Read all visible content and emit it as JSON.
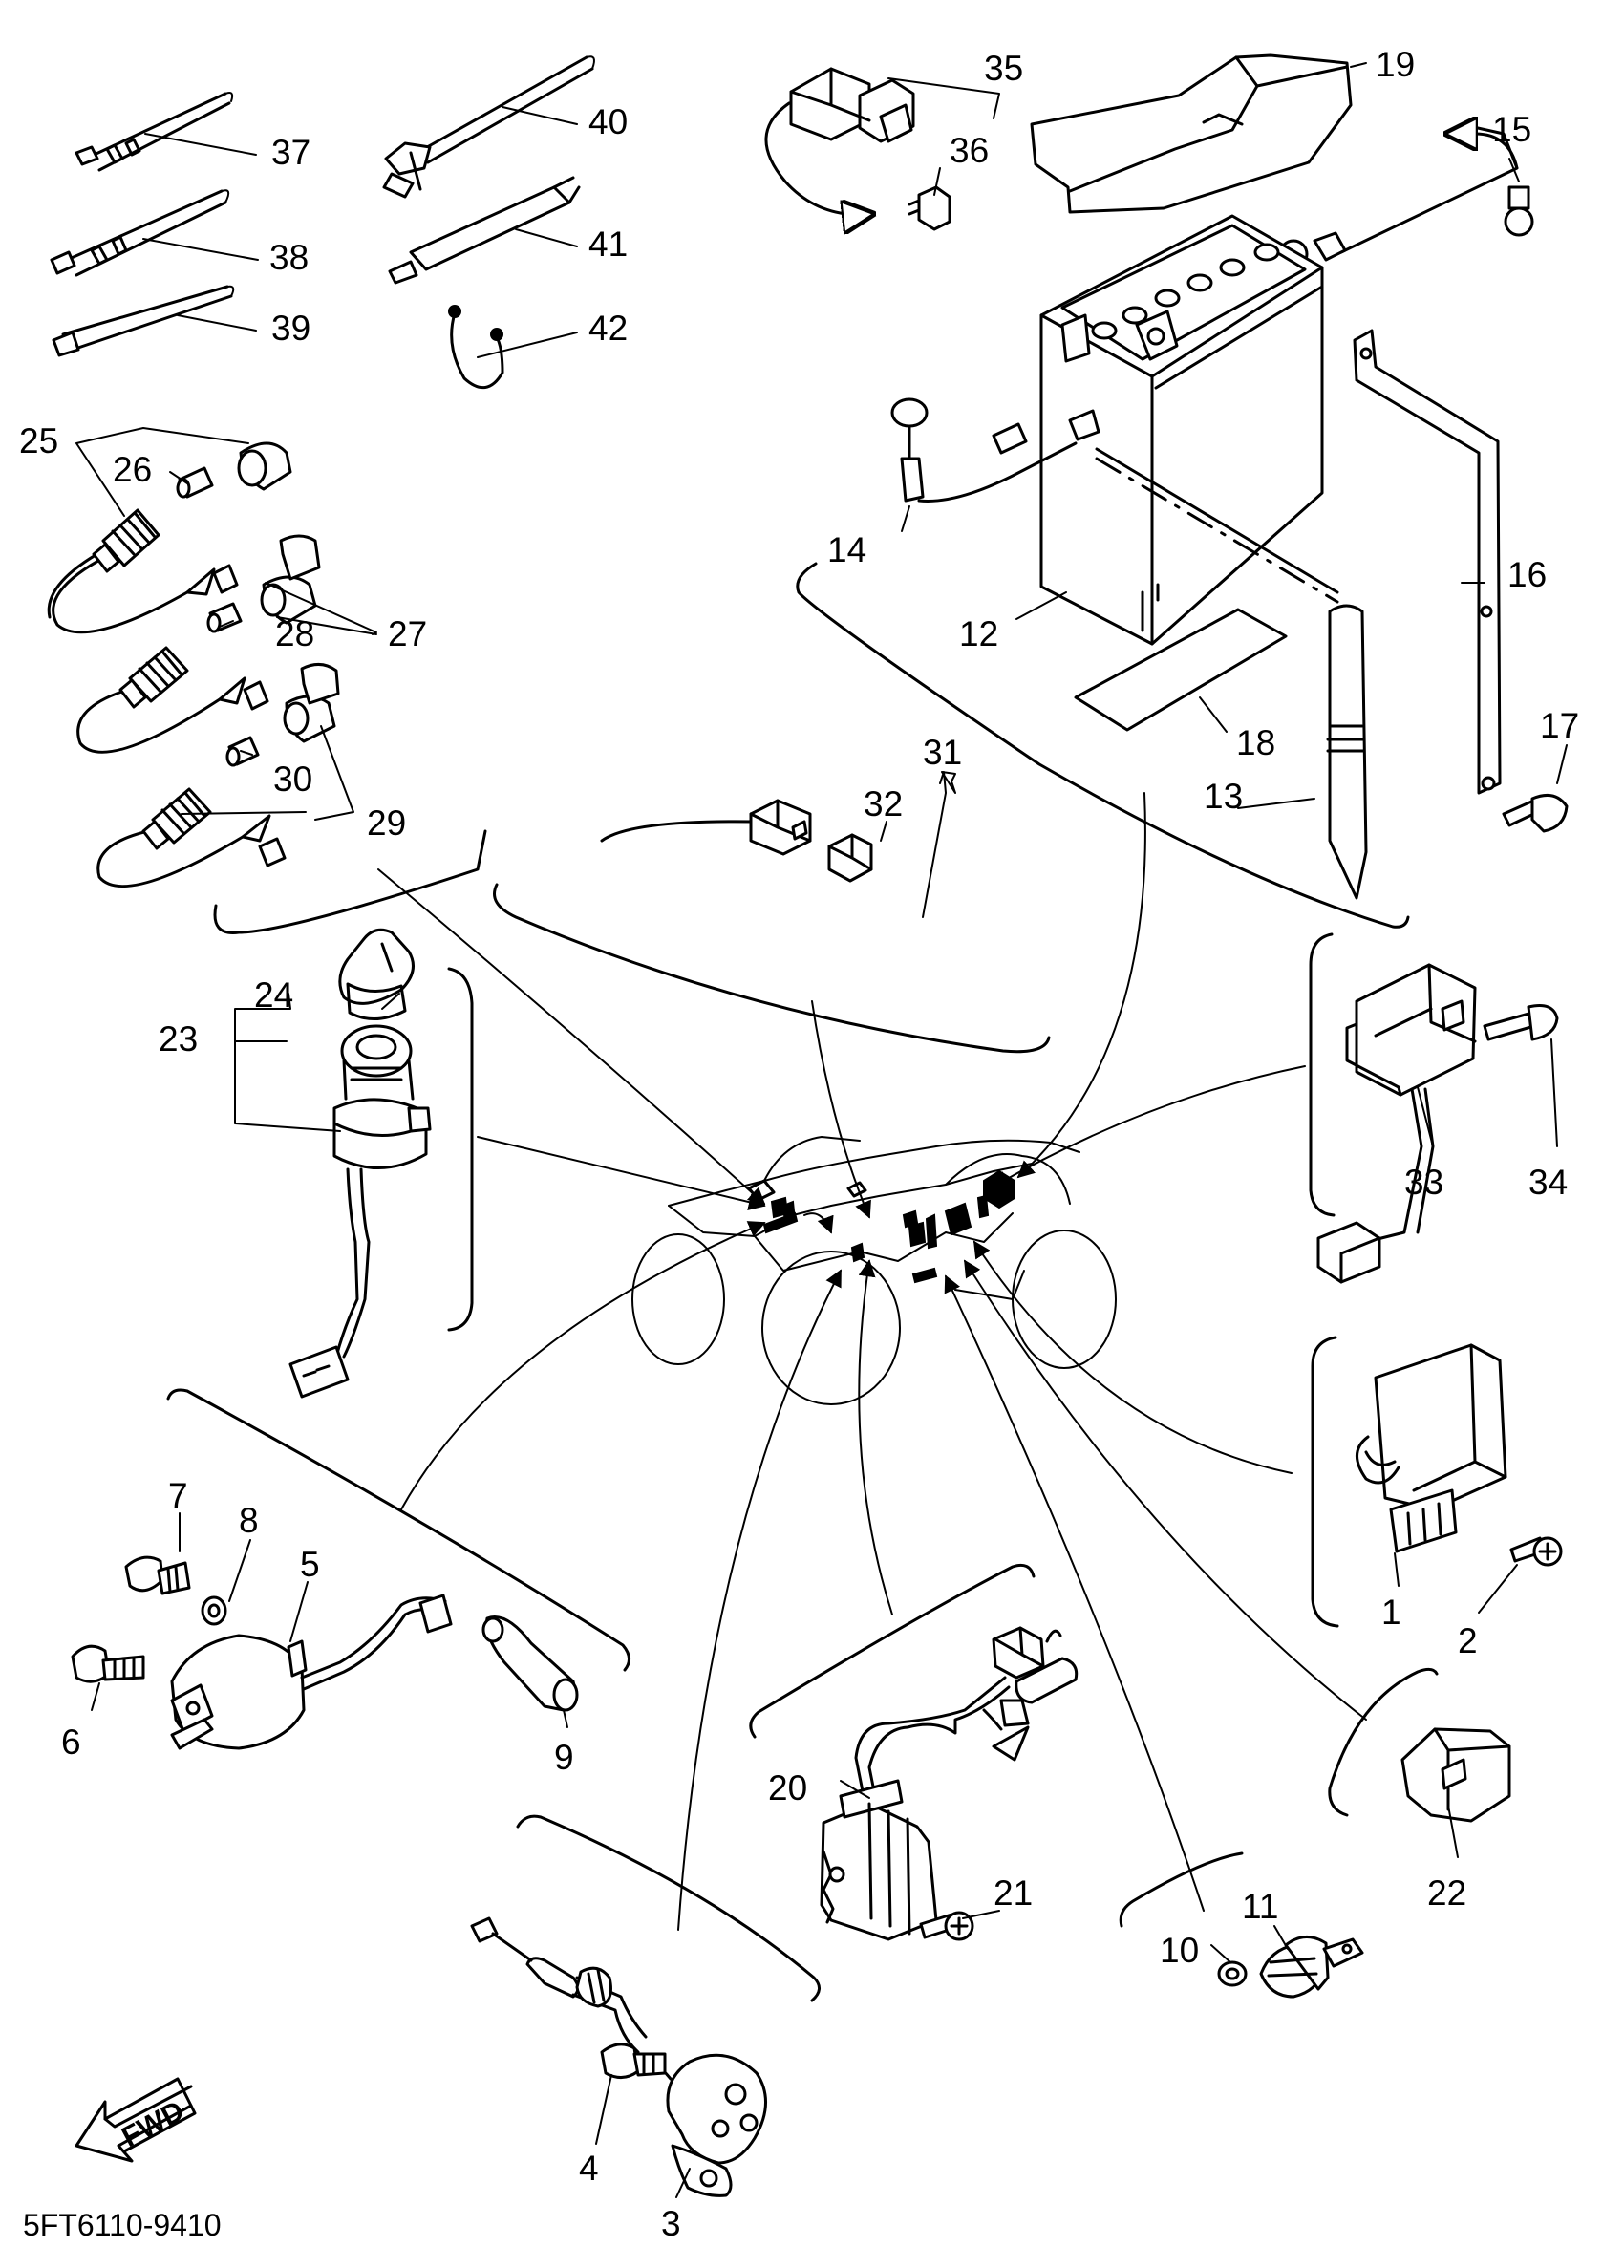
{
  "diagram_code": "5FT6110-9410",
  "fwd_label": "FWD",
  "parts": [
    {
      "id": "1",
      "label": "1"
    },
    {
      "id": "2",
      "label": "2"
    },
    {
      "id": "3",
      "label": "3"
    },
    {
      "id": "4",
      "label": "4"
    },
    {
      "id": "5",
      "label": "5"
    },
    {
      "id": "6",
      "label": "6"
    },
    {
      "id": "7",
      "label": "7"
    },
    {
      "id": "8",
      "label": "8"
    },
    {
      "id": "9",
      "label": "9"
    },
    {
      "id": "10",
      "label": "10"
    },
    {
      "id": "11",
      "label": "11"
    },
    {
      "id": "12",
      "label": "12"
    },
    {
      "id": "13",
      "label": "13"
    },
    {
      "id": "14",
      "label": "14"
    },
    {
      "id": "15",
      "label": "15"
    },
    {
      "id": "16",
      "label": "16"
    },
    {
      "id": "17",
      "label": "17"
    },
    {
      "id": "18",
      "label": "18"
    },
    {
      "id": "19",
      "label": "19"
    },
    {
      "id": "20",
      "label": "20"
    },
    {
      "id": "21",
      "label": "21"
    },
    {
      "id": "22",
      "label": "22"
    },
    {
      "id": "23",
      "label": "23"
    },
    {
      "id": "24",
      "label": "24"
    },
    {
      "id": "25",
      "label": "25"
    },
    {
      "id": "26",
      "label": "26"
    },
    {
      "id": "27",
      "label": "27"
    },
    {
      "id": "28",
      "label": "28"
    },
    {
      "id": "29",
      "label": "29"
    },
    {
      "id": "30",
      "label": "30"
    },
    {
      "id": "31",
      "label": "31"
    },
    {
      "id": "32",
      "label": "32"
    },
    {
      "id": "33",
      "label": "33"
    },
    {
      "id": "34",
      "label": "34"
    },
    {
      "id": "35",
      "label": "35"
    },
    {
      "id": "36",
      "label": "36"
    },
    {
      "id": "37",
      "label": "37"
    },
    {
      "id": "38",
      "label": "38"
    },
    {
      "id": "39",
      "label": "39"
    },
    {
      "id": "40",
      "label": "40"
    },
    {
      "id": "41",
      "label": "41"
    },
    {
      "id": "42",
      "label": "42"
    }
  ]
}
